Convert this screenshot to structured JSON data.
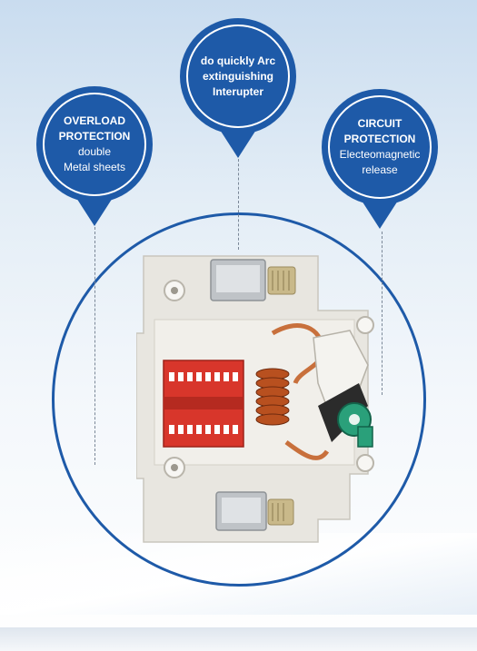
{
  "callouts": [
    {
      "line1": "OVERLOAD",
      "line2": "PROTECTION",
      "line3": "double",
      "line4": "Metal sheets"
    },
    {
      "line1": "do quickly Arc",
      "line2": "extinguishing",
      "line3": "Interupter"
    },
    {
      "line1": "CIRCUIT",
      "line2": "PROTECTION",
      "line3": "Electeomagnetic",
      "line4": "release"
    }
  ],
  "colors": {
    "callout_blue": "#1e5aa8",
    "housing": "#e8e6e0",
    "thermal_block": "#d8362b",
    "coil": "#b8501f",
    "trip_lever": "#2aa07a"
  },
  "icons": [
    "circuit-breaker-cutaway-image"
  ]
}
